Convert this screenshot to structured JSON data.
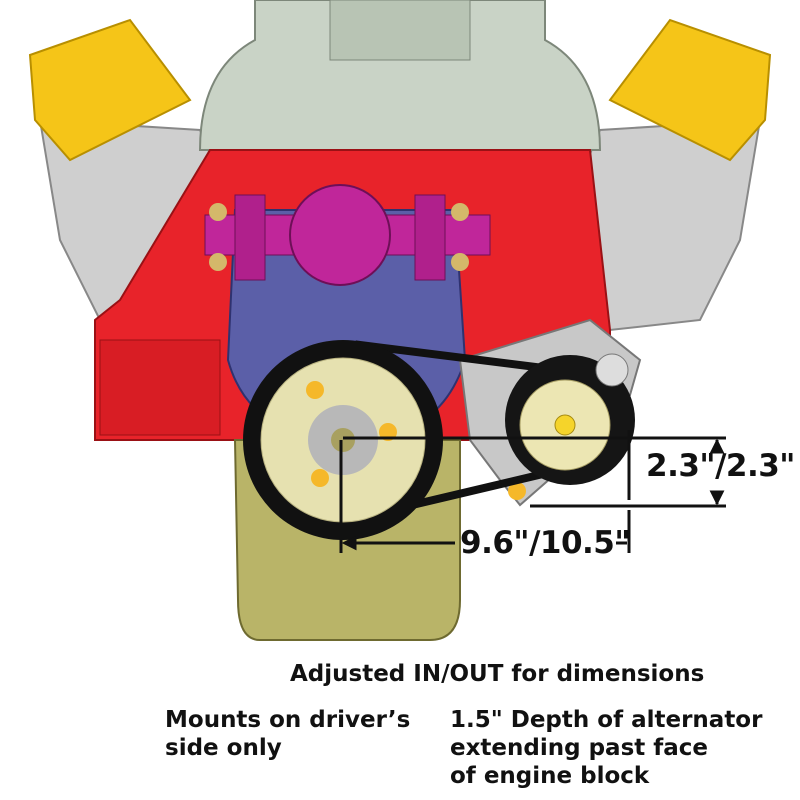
{
  "dimensions": {
    "vertical": "2.3\"/2.3\"",
    "horizontal": "9.6\"/10.5\""
  },
  "notes": {
    "adjusted": "Adjusted IN/OUT for dimensions",
    "mounts_line1": "Mounts on driver’s",
    "mounts_line2": "side only",
    "depth_line1": "1.5\" Depth of alternator",
    "depth_line2": "extending past face",
    "depth_line3": "of engine block"
  },
  "colors": {
    "block": "#e8232a",
    "valve_cover": "#f5c518",
    "timing_cover": "#5b5fa8",
    "water_pump": "#c0269a",
    "oil_pan": "#b9b468",
    "intake": "#c9d3c6"
  }
}
